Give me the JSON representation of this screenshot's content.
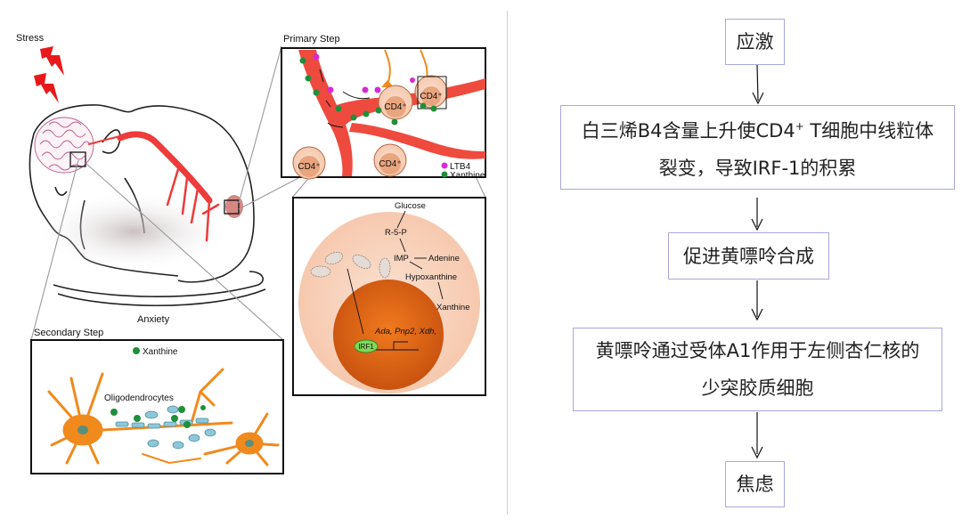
{
  "figure": {
    "labels": {
      "stress": "Stress",
      "anxiety": "Anxiety",
      "primary_step": "Primary Step",
      "secondary_step": "Secondary Step"
    },
    "primary_inset": {
      "cells": [
        "CD4⁺",
        "CD4⁺",
        "CD4⁺",
        "CD4⁺"
      ],
      "legend": [
        {
          "label": "LTB4",
          "color": "#d62ad6"
        },
        {
          "label": "Xanthine",
          "color": "#1f8f3a"
        }
      ]
    },
    "metabolic_inset": {
      "pathway": [
        "Glucose",
        "R-5-P",
        "IMP",
        "Adenine",
        "Hypoxanthine",
        "Xanthine"
      ],
      "genes": "Ada, Pnp2, Xdh,",
      "factor": "IRF1"
    },
    "secondary_inset": {
      "xanthine_label": "Xanthine",
      "cell_label": "Oligodendrocytes"
    },
    "colors": {
      "vessel": "#ee3b3b",
      "neuron": "#f08a1c",
      "xanthine": "#1f8f3a",
      "ltb4": "#d62ad6",
      "cell": "#f0a07a",
      "nucleus": "#d9661a",
      "oligo": "#8ec8d8"
    }
  },
  "flowchart": {
    "steps": [
      {
        "lines": [
          "应激"
        ]
      },
      {
        "lines_html": true,
        "line1_pre": "白三烯B4含量上升使CD4",
        "line1_sup": "+",
        "line1_post": " T细胞中线粒体",
        "line2": "裂变，导致IRF-1的积累"
      },
      {
        "lines": [
          "促进黄嘌呤合成"
        ]
      },
      {
        "lines": [
          "黄嘌呤通过受体A1作用于左侧杏仁核的",
          "少突胶质细胞"
        ]
      },
      {
        "lines": [
          "焦虑"
        ]
      }
    ],
    "box_border_color": "#a9a6dd"
  }
}
